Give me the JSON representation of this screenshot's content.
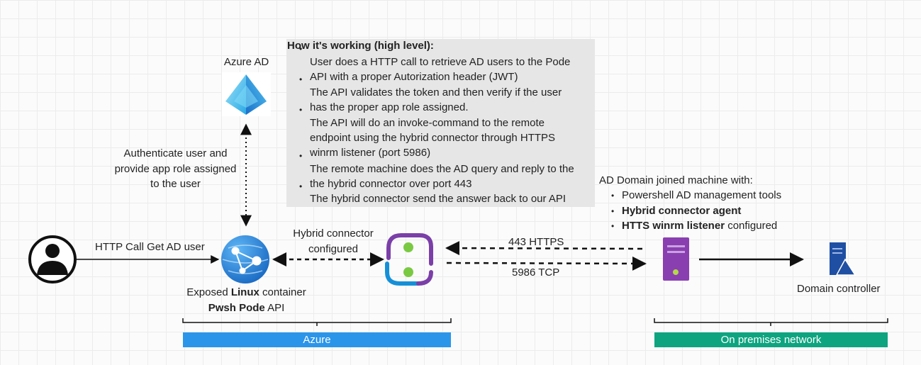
{
  "info_box": {
    "title": "How it's working (high level):",
    "lines": [
      "User does a HTTP call to retrieve AD users to the Pode",
      "API with a proper Autorization header (JWT)",
      "The API validates the token and then verify if the user",
      "has the proper app role assigned.",
      "The API will do an invoke-command to the remote",
      "endpoint using the hybrid connector through HTTPS",
      "winrm listener (port 5986)",
      "The remote machine does the AD query and reply to the",
      "the hybrid connector over port 443",
      "The hybrid connector send the answer back to our API"
    ]
  },
  "azure_ad": {
    "label": "Azure AD"
  },
  "auth_label": [
    "Authenticate user and",
    "provide app role assigned",
    "to the user"
  ],
  "http_call_label": "HTTP Call Get AD user",
  "hybrid_label": [
    "Hybrid connector",
    "configured"
  ],
  "app_service": {
    "line1_pre": "Exposed ",
    "line1_bold": "Linux",
    "line1_post": " container",
    "line2_bold": "Pwsh Pode",
    "line2_post": " API"
  },
  "port_labels": {
    "top": "443 HTTPS",
    "bottom": "5986 TCP"
  },
  "onprem_machine": {
    "title": "AD Domain joined machine with:",
    "item1": "Powershell AD management tools",
    "item2_bold": "Hybrid connector agent",
    "item3_bold": "HTTS winrm listener",
    "item3_post": " configured"
  },
  "domain_controller": {
    "label": "Domain controller"
  },
  "zones": {
    "azure": {
      "label": "Azure",
      "color": "#2b95ea"
    },
    "onprem": {
      "label": "On premises network",
      "color": "#0ea47f"
    }
  }
}
